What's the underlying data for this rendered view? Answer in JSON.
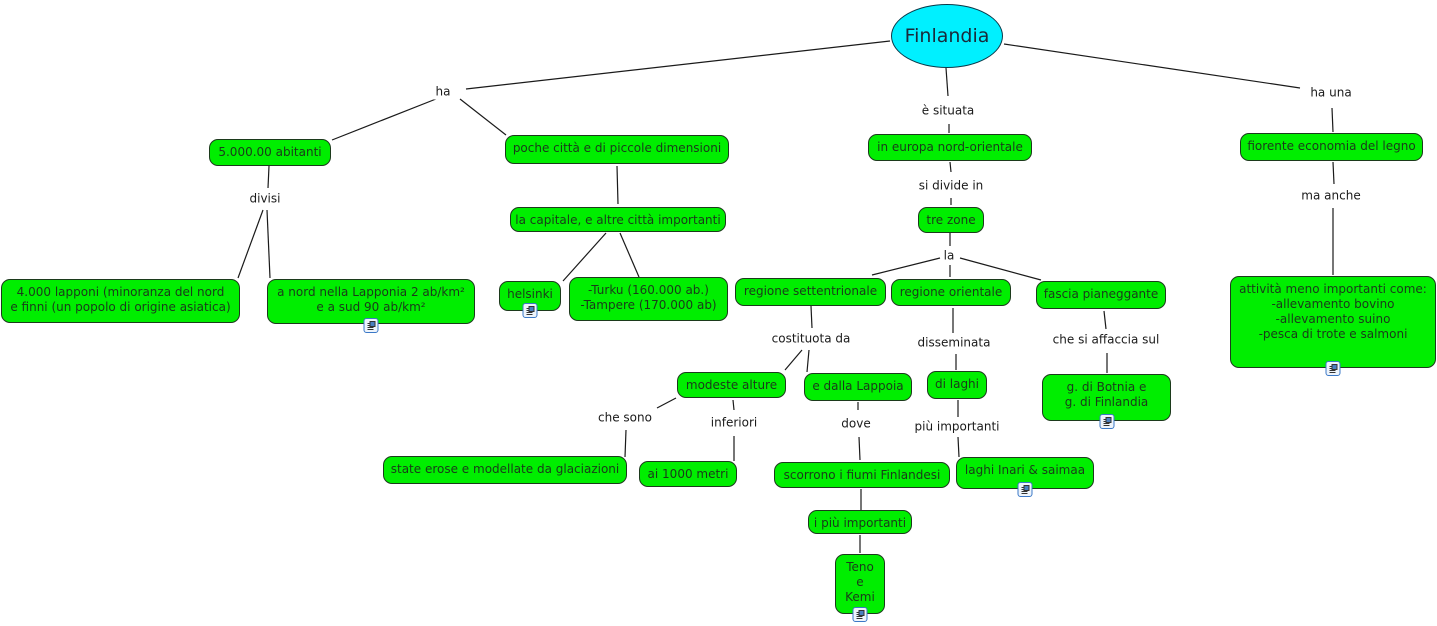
{
  "map": {
    "colors": {
      "concept_fill": "#00ee00",
      "root_fill": "#00f0ff",
      "line": "#1a1a1a"
    },
    "root": {
      "label": "Finlandia"
    },
    "concepts": {
      "abitanti": "5.000.00 abitanti",
      "lapponi": "4.000 lapponi (minoranza del nord\ne finni (un popolo di origine asiatica)",
      "densita": "a nord nella Lapponia 2 ab/km²\ne a sud 90 ab/km²",
      "citta": "poche città e di piccole dimensioni",
      "capitale": "la capitale, e altre città importanti",
      "helsinki": "helsinki",
      "turku": "-Turku (160.000 ab.)\n-Tampere (170.000 ab)",
      "europa": "in europa nord-orientale",
      "tre_zone": "tre zone",
      "settentrionale": "regione settentrionale",
      "orientale": "regione orientale",
      "fascia": "fascia pianeggante",
      "alture": "modeste alture",
      "lappoia": "e dalla Lappoia",
      "glaciazioni": "state erose e modellate da glaciazioni",
      "metri": "ai 1000 metri",
      "fiumi": "scorrono i fiumi Finlandesi",
      "piu_importanti": "i più importanti",
      "teno": "Teno\ne\nKemi",
      "laghi": "di laghi",
      "inari": "laghi Inari & saimaa",
      "botnia": "g. di Botnia e\ng. di Finlandia",
      "legno": "fiorente economia del legno",
      "attivita": "attività meno importanti come:\n-allevamento bovino\n-allevamento suino\n-pesca di trote e salmoni"
    },
    "linking_phrases": {
      "ha": "ha",
      "divisi": "divisi",
      "situata": "è situata",
      "si_divide": "si divide in",
      "la": "la",
      "costituota": "costituota da",
      "disseminata": "disseminata",
      "che_si_affaccia": "che si affaccia sul",
      "che_sono": "che sono",
      "inferiori": "inferiori",
      "dove": "dove",
      "piu_importanti_lp": "più importanti",
      "ha_una": "ha una",
      "ma_anche": "ma anche"
    },
    "resource_icons": [
      "densita",
      "helsinki",
      "botnia",
      "inari",
      "teno",
      "attivita"
    ]
  }
}
